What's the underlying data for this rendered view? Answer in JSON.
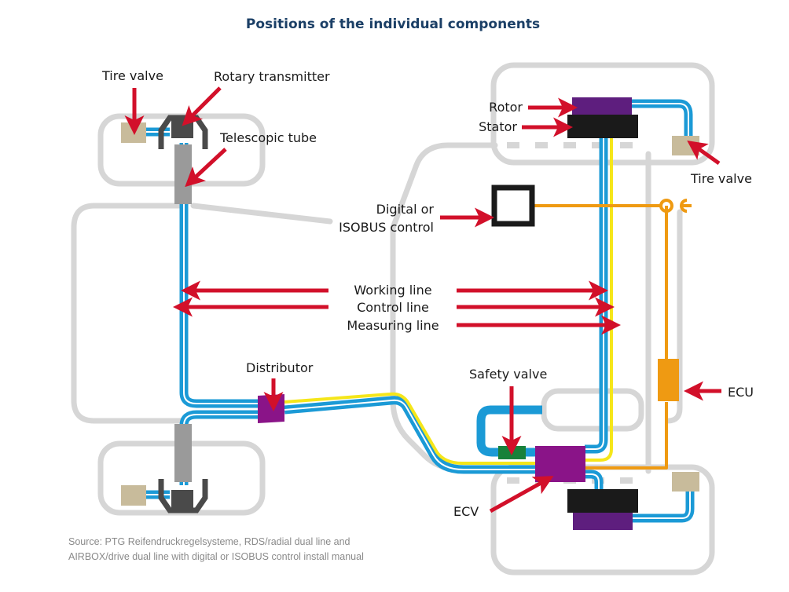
{
  "title": "Positions of the individual components",
  "labels": {
    "tire_valve_front": "Tire valve",
    "rotary_transmitter": "Rotary transmitter",
    "telescopic_tube": "Telescopic tube",
    "rotor": "Rotor",
    "stator": "Stator",
    "tire_valve_rear": "Tire valve",
    "digital_control_line1": "Digital or",
    "digital_control_line2": "ISOBUS control",
    "working_line": "Working line",
    "control_line": "Control line",
    "measuring_line": "Measuring line",
    "distributor": "Distributor",
    "safety_valve": "Safety valve",
    "ecu": "ECU",
    "ecv": "ECV"
  },
  "source": {
    "line1": "Source: PTG Reifendruckregelsysteme, RDS/radial dual line and",
    "line2": "AIRBOX/drive dual line with digital or ISOBUS control install manual"
  },
  "colors": {
    "title": "#1b3f66",
    "arrow": "#d2102a",
    "working_control_line": "#1b9ad6",
    "measuring_line": "#f5e61a",
    "electrical_line": "#ef9a12",
    "distributor_ecv": "#8a1488",
    "rotor": "#5e1e7e",
    "stator": "#1a1a1a",
    "tire_valve": "#c8bb9b",
    "safety_valve": "#18813a",
    "telescopic_tube": "#9a9a9a",
    "rotary_transmitter": "#4a4a4a",
    "vehicle_outline": "#d6d6d6"
  }
}
